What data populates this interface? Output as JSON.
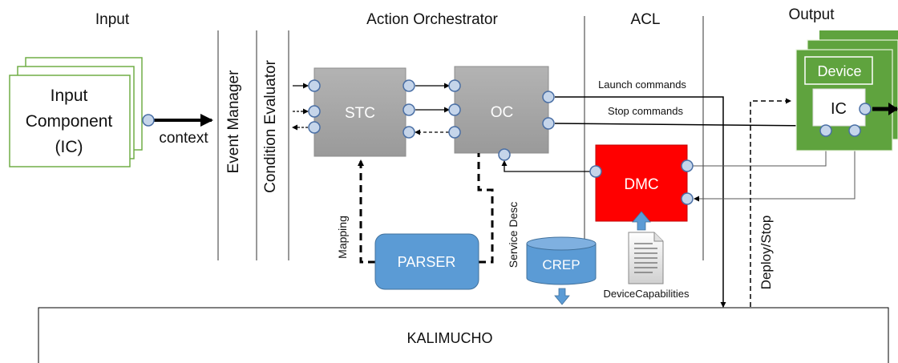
{
  "sections": {
    "input": "Input",
    "orchestrator": "Action Orchestrator",
    "acl": "ACL",
    "output": "Output"
  },
  "input_component": {
    "line1": "Input",
    "line2": "Component",
    "line3": "(IC)"
  },
  "labels": {
    "context": "context",
    "event_manager": "Event Manager",
    "condition_evaluator": "Condition Evaluator",
    "stc": "STC",
    "oc": "OC",
    "launch_commands": "Launch commands",
    "stop_commands": "Stop commands",
    "dmc": "DMC",
    "mapping": "Mapping",
    "service_desc": "Service Desc",
    "parser": "PARSER",
    "crep": "CREP",
    "device_capabilities": "DeviceCapabilities",
    "deploy_stop": "Deploy/Stop",
    "device": "Device",
    "device_ic": "IC",
    "kalimucho": "KALIMUCHO"
  },
  "colors": {
    "input_border": "#70ad47",
    "gray_box": "#a6a6a6",
    "gray_box_border": "#8c8c8c",
    "port_fill": "#c5d5ea",
    "port_stroke": "#4a6fa5",
    "dmc_fill": "#ff0000",
    "device_green": "#5fa33e",
    "device_green_light": "#70ad47",
    "parser_blue": "#5b9bd5"
  }
}
